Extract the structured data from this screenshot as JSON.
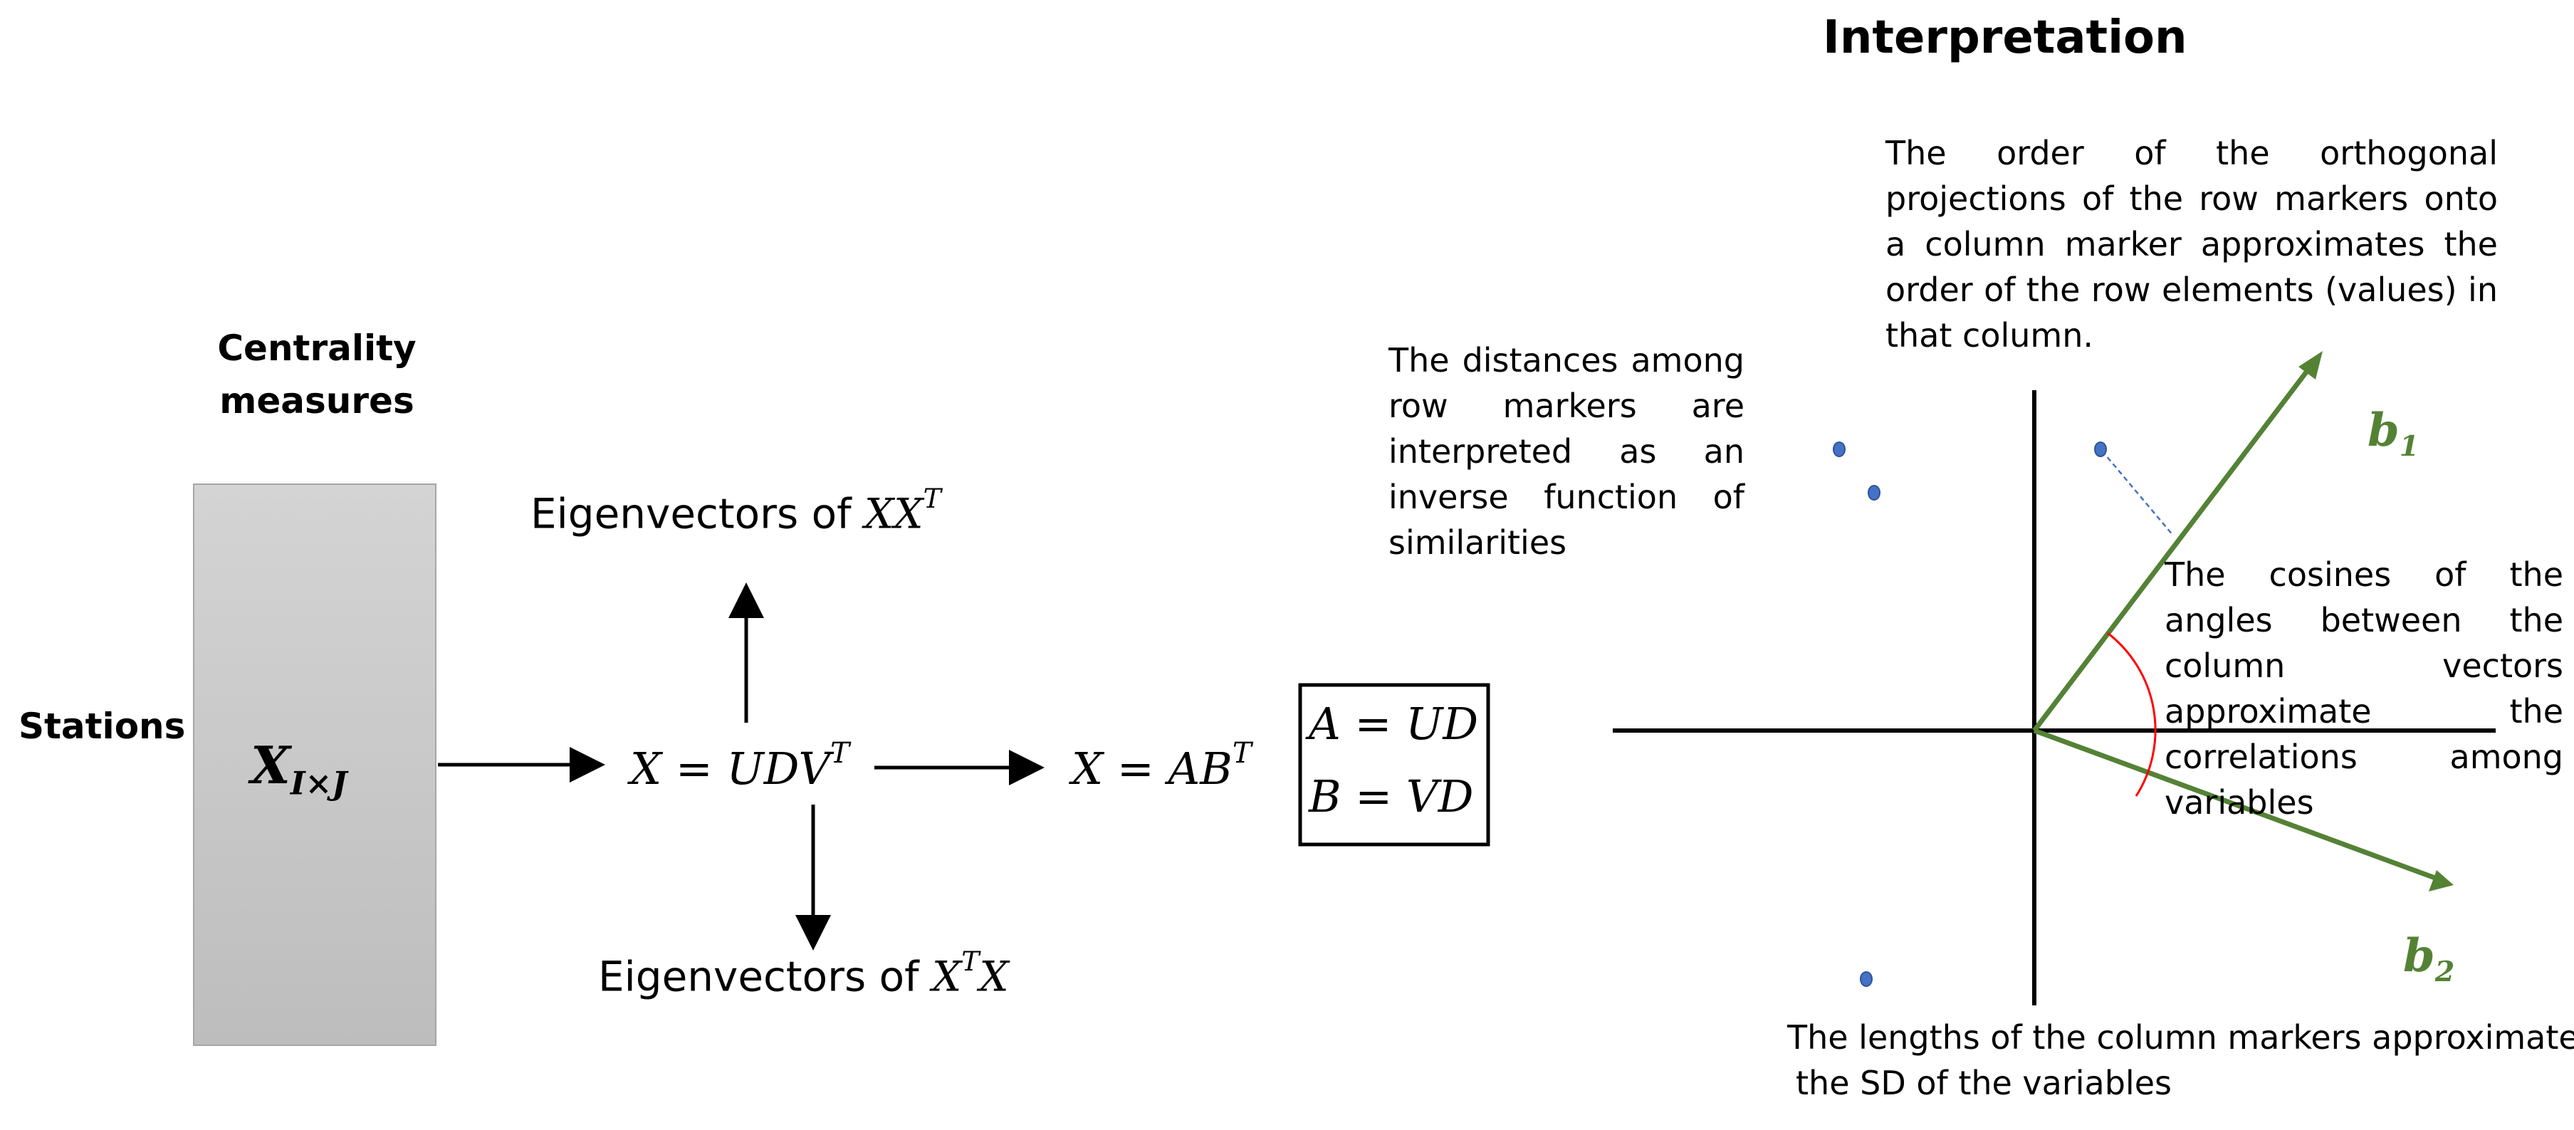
{
  "title": "Interpretation",
  "centrality": {
    "line1": "Centrality",
    "line2": "measures"
  },
  "stations": "Stations",
  "matrix": {
    "main": "X",
    "sub": "I×J"
  },
  "eig_xxt": {
    "prefix": "Eigenvectors of ",
    "base": "XX",
    "sup": "T"
  },
  "eig_xtx": {
    "prefix": "Eigenvectors of ",
    "base": "X",
    "sup": "T",
    "tail": "X"
  },
  "svd": {
    "lhs": "X = UDV",
    "sup": "T"
  },
  "factor": {
    "lhs": "X = AB",
    "sup": "T"
  },
  "box": {
    "line1": "A = UD",
    "line2": "B = VD"
  },
  "note_order": "The order of the orthogonal projections of the row markers onto a column marker approximates the order of the row elements (values) in that column.",
  "note_distances": "The distances among row markers are interpreted as an inverse function of similarities",
  "note_cosines": "The cosines of the angles between the column vectors approximate the correlations among variables",
  "note_lengths_1": "The lengths of the column markers approximate",
  "note_lengths_2": "the SD of the variables",
  "vec_b1": {
    "base": "b",
    "sub": "1"
  },
  "vec_b2": {
    "base": "b",
    "sub": "2"
  },
  "colors": {
    "vector": "#548235",
    "point": "#4472c4",
    "angle": "#ff0000",
    "matrix_top": "#d4d4d4",
    "matrix_bottom": "#bdbdbd"
  }
}
